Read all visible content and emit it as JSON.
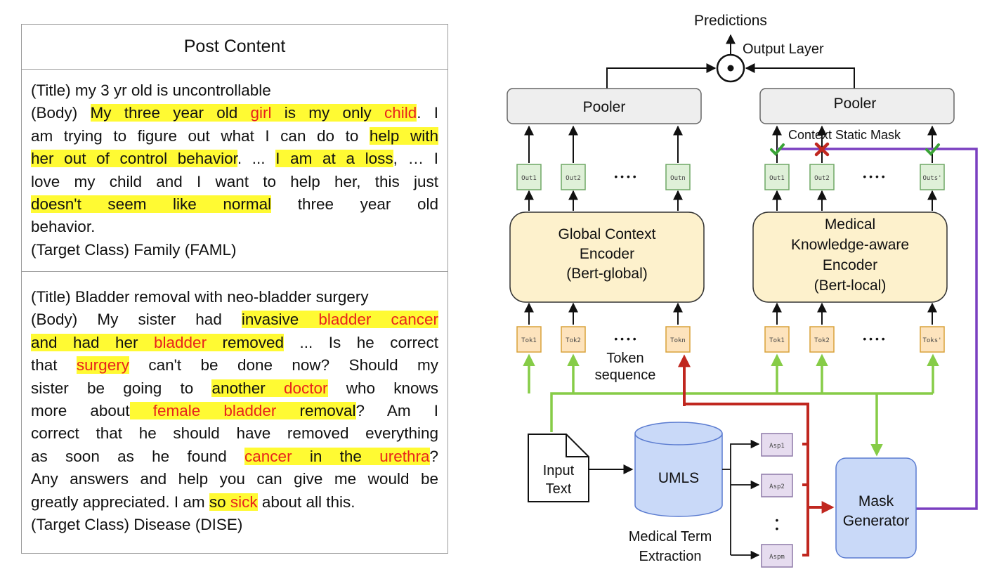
{
  "table": {
    "header": "Post Content",
    "post1": {
      "lines": [
        [
          {
            "t": "(Title) my 3 yr old is uncontrollable"
          }
        ],
        [
          {
            "t": "(Body) "
          },
          {
            "t": "My three year old ",
            "h": 1
          },
          {
            "t": "girl",
            "h": 1,
            "m": 1
          },
          {
            "t": " is my only ",
            "h": 1
          },
          {
            "t": "child",
            "h": 1,
            "m": 1
          },
          {
            "t": ". I"
          }
        ],
        [
          {
            "t": "am trying to figure out what I can do to "
          },
          {
            "t": "help with",
            "h": 1
          }
        ],
        [
          {
            "t": "her out of control behavior",
            "h": 1
          },
          {
            "t": ". ... "
          },
          {
            "t": "I am at a loss",
            "h": 1
          },
          {
            "t": ", … I"
          }
        ],
        [
          {
            "t": "love my child and I want to help her, this just"
          }
        ],
        [
          {
            "t": "doesn't seem like normal",
            "h": 1
          },
          {
            "t": " three year old"
          }
        ],
        [
          {
            "t": "behavior."
          }
        ],
        [
          {
            "t": "(Target Class) Family (FAML)"
          }
        ]
      ]
    },
    "post2": {
      "lines": [
        [
          {
            "t": "(Title) Bladder removal with neo-bladder surgery"
          }
        ],
        [
          {
            "t": "(Body) My sister had "
          },
          {
            "t": "invasive ",
            "h": 1
          },
          {
            "t": "bladder cancer",
            "h": 1,
            "m": 1
          }
        ],
        [
          {
            "t": "and had her ",
            "h": 1
          },
          {
            "t": "bladder",
            "h": 1,
            "m": 1
          },
          {
            "t": " removed",
            "h": 1
          },
          {
            "t": " ... Is he correct"
          }
        ],
        [
          {
            "t": "that "
          },
          {
            "t": "surgery",
            "h": 1,
            "m": 1
          },
          {
            "t": " can't be done now? Should my"
          }
        ],
        [
          {
            "t": "sister be going to "
          },
          {
            "t": "another ",
            "h": 1
          },
          {
            "t": "doctor",
            "h": 1,
            "m": 1
          },
          {
            "t": " who knows"
          }
        ],
        [
          {
            "t": "more about"
          },
          {
            "t": " ",
            "h": 1
          },
          {
            "t": "female bladder",
            "h": 1,
            "m": 1
          },
          {
            "t": " removal",
            "h": 1
          },
          {
            "t": "? Am I"
          }
        ],
        [
          {
            "t": "correct that he should have removed everything"
          }
        ],
        [
          {
            "t": "as soon as he found "
          },
          {
            "t": " cancer",
            "h": 1,
            "m": 1
          },
          {
            "t": " in the ",
            "h": 1
          },
          {
            "t": "urethra",
            "h": 1,
            "m": 1
          },
          {
            "t": "?"
          }
        ],
        [
          {
            "t": "Any answers and help you can give me would be"
          }
        ],
        [
          {
            "t": "greatly appreciated. I am "
          },
          {
            "t": "so ",
            "h": 1
          },
          {
            "t": "sick",
            "h": 1,
            "m": 1
          },
          {
            "t": " about all this."
          }
        ],
        [
          {
            "t": "(Target Class) Disease (DISE)"
          }
        ]
      ]
    }
  },
  "diagram": {
    "predictions": "Predictions",
    "output_layer": "Output Layer",
    "pooler_left": "Pooler",
    "pooler_right": "Pooler",
    "context_static_mask": "Context Static Mask",
    "global_encoder": [
      "Global Context",
      "Encoder",
      "(Bert-global)"
    ],
    "medical_encoder": [
      "Medical",
      "Knowledge-aware",
      "Encoder",
      "(Bert-local)"
    ],
    "out_left": [
      "Out1",
      "Out2",
      "Outn"
    ],
    "out_right": [
      "Out1",
      "Out2",
      "Outs'"
    ],
    "tok_left": [
      "Tok1",
      "Tok2",
      "Tokn"
    ],
    "tok_right": [
      "Tok1",
      "Tok2",
      "Toks'"
    ],
    "dots": "• • • •",
    "token_sequence": [
      "Token",
      "sequence"
    ],
    "input_text": [
      "Input",
      "Text"
    ],
    "umls": "UMLS",
    "medical_term_extraction": [
      "Medical Term",
      "Extraction"
    ],
    "asp": [
      "Asp1",
      "Asp2",
      "Aspm"
    ],
    "mask_generator": [
      "Mask",
      "Generator"
    ],
    "colors": {
      "green": "#86cc47",
      "red": "#c0271f",
      "purple": "#7a3fc0",
      "encoder_fill": "#fdf1cc",
      "tok_fill": "#fde3bd",
      "out_fill": "#dff0d8",
      "asp_fill": "#e6dcef",
      "blue_fill": "#c9d9f8"
    }
  }
}
